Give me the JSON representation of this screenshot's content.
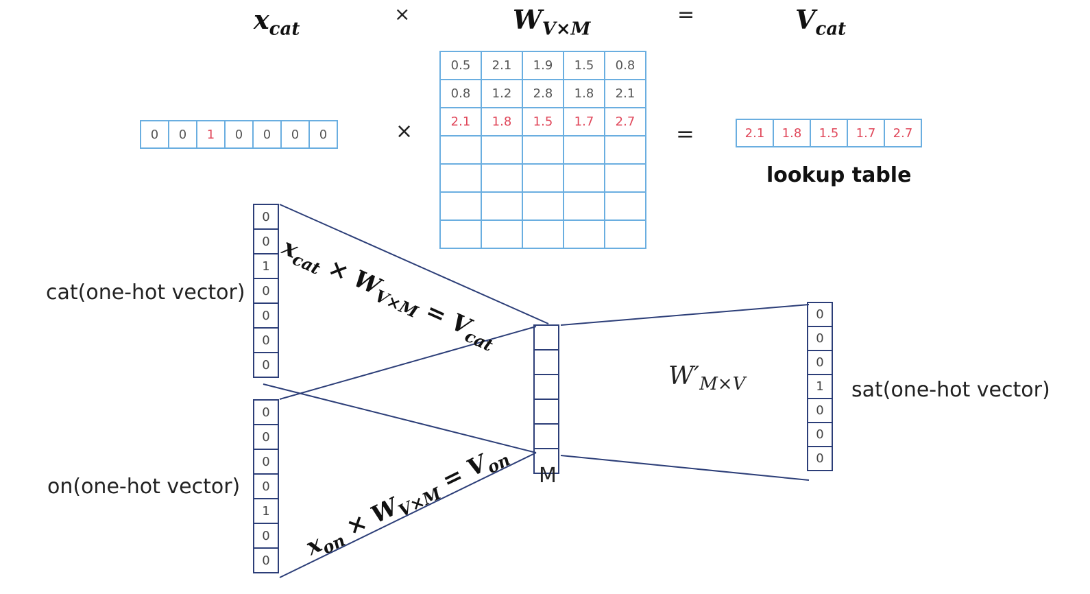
{
  "equation": {
    "lhs": "x",
    "lhs_sub": "cat",
    "times": "×",
    "w": "W",
    "w_sub": "V×M",
    "equals": "=",
    "rhs": "V",
    "rhs_sub": "cat"
  },
  "one_hot_row": [
    "0",
    "0",
    "1",
    "0",
    "0",
    "0",
    "0"
  ],
  "one_hot_row_highlight_index": 2,
  "matrix": [
    [
      "0.5",
      "2.1",
      "1.9",
      "1.5",
      "0.8"
    ],
    [
      "0.8",
      "1.2",
      "2.8",
      "1.8",
      "2.1"
    ],
    [
      "2.1",
      "1.8",
      "1.5",
      "1.7",
      "2.7"
    ],
    [
      "",
      "",
      "",
      "",
      ""
    ],
    [
      "",
      "",
      "",
      "",
      ""
    ],
    [
      "",
      "",
      "",
      "",
      ""
    ],
    [
      "",
      "",
      "",
      "",
      ""
    ]
  ],
  "matrix_highlight_row": 2,
  "result_row": [
    "2.1",
    "1.8",
    "1.5",
    "1.7",
    "2.7"
  ],
  "lookup_label": "lookup table",
  "cat_vector": {
    "label": "cat(one-hot vector)",
    "values": [
      "0",
      "0",
      "1",
      "0",
      "0",
      "0",
      "0"
    ]
  },
  "on_vector": {
    "label": "on(one-hot vector)",
    "values": [
      "0",
      "0",
      "0",
      "0",
      "1",
      "0",
      "0"
    ]
  },
  "sat_vector": {
    "label": "sat(one-hot vector)",
    "values": [
      "0",
      "0",
      "0",
      "1",
      "0",
      "0",
      "0"
    ]
  },
  "hidden_cells": 6,
  "hidden_label": "M",
  "edge_cat": {
    "x": "x",
    "x_sub": "cat",
    "times": "×",
    "w": "W",
    "w_sub": "V×M",
    "eq": "=",
    "v": "V",
    "v_sub": "cat"
  },
  "edge_on": {
    "x": "x",
    "x_sub": "on",
    "times": "×",
    "w": "W",
    "w_sub": "V×M",
    "eq": "=",
    "v": "V",
    "v_sub": "on"
  },
  "output_weight": {
    "w": "W′",
    "sub": "M×V"
  },
  "colors": {
    "grid_blue": "#6aaee0",
    "highlight_red": "#e0475a",
    "navy": "#2c3e78"
  }
}
